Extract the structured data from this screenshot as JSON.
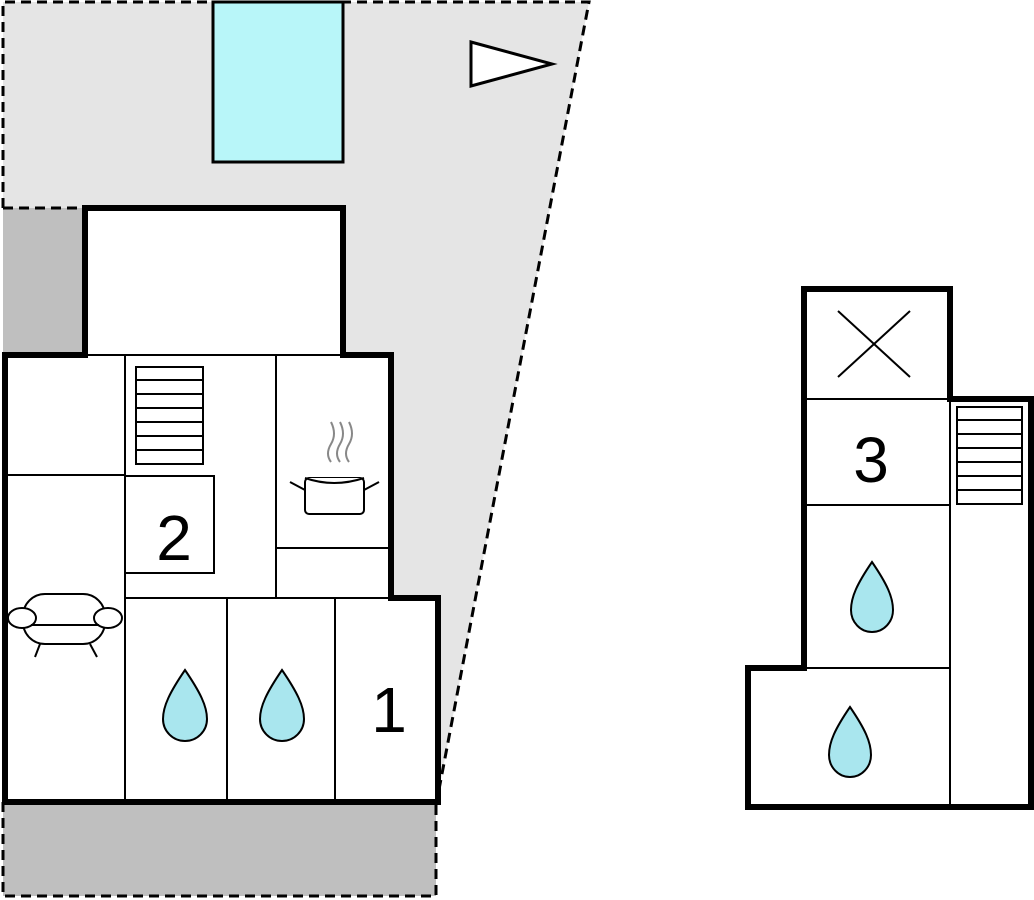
{
  "rooms": {
    "bedroom_1": "1",
    "bedroom_2": "2",
    "bedroom_3": "3"
  },
  "colors": {
    "terrace": "#e5e5e5",
    "shaded_area": "#bfbfbf",
    "pool": "#b8f6f9",
    "water_drop": "#a9e6ee",
    "wall": "#000000",
    "floor": "#ffffff"
  },
  "icons": [
    "compass-arrow-icon",
    "stairs-icon",
    "cooking-pot-icon",
    "sofa-icon",
    "water-drop-icon",
    "void-cross-icon"
  ]
}
